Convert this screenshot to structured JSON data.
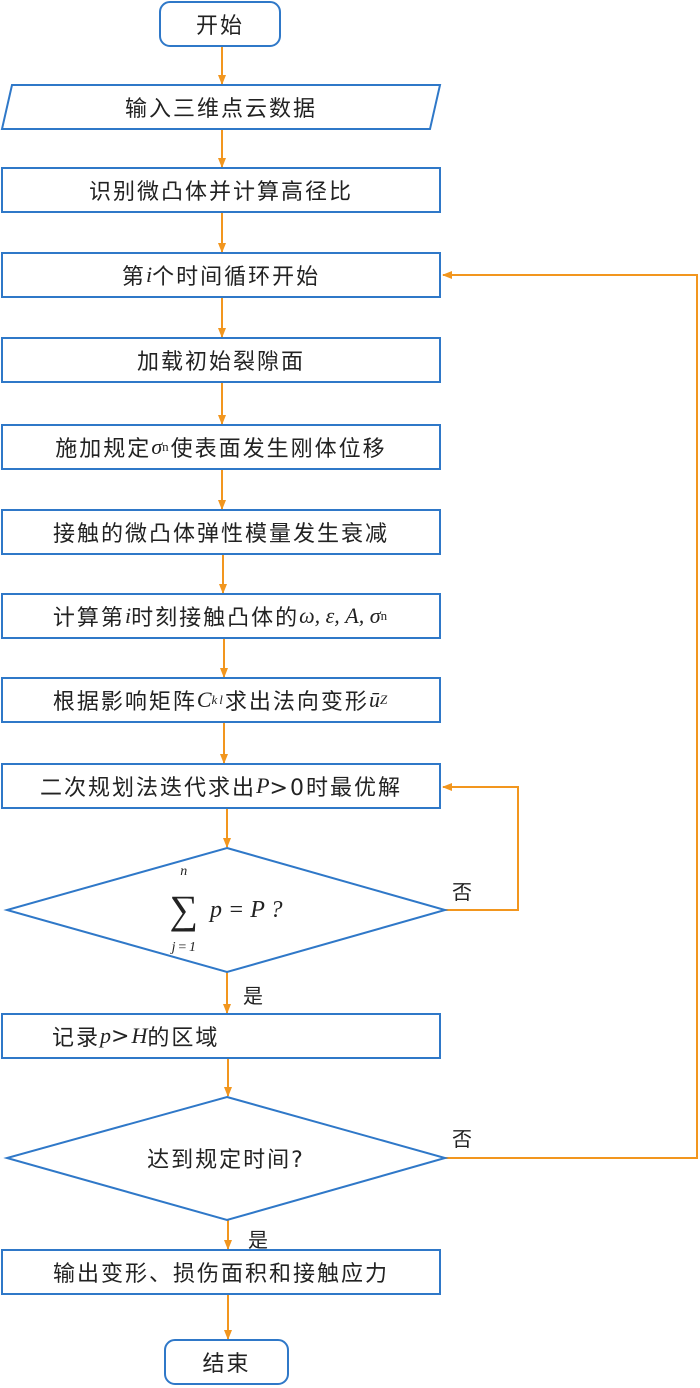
{
  "colors": {
    "box_border": "#2f78c8",
    "arrow": "#f2961e",
    "text": "#222222"
  },
  "start": "开始",
  "input": "输入三维点云数据",
  "identify": "识别微凸体并计算高径比",
  "loop_start": {
    "before": "第",
    "math": "i",
    "after": "个时间循环开始"
  },
  "load_surface": "加载初始裂隙面",
  "apply_stress": {
    "before": "施加规定",
    "math": "σ",
    "sub": "n",
    "after": "使表面发生刚体位移"
  },
  "decay": "接触的微凸体弹性模量发生衰减",
  "compute": {
    "before": "计算第",
    "math_i": "i",
    "middle": "时刻接触凸体的",
    "vars": "ω, ε, A, σ",
    "sub": "n"
  },
  "deform": {
    "before": "根据影响矩阵",
    "math": "C",
    "sub": "kl",
    "middle": "求出法向变形",
    "u": "ū",
    "u_sub": "Z"
  },
  "qp": {
    "before": "二次规划法迭代求出",
    "math": "P",
    "middle": ">0时最优解"
  },
  "decision1": {
    "sum_top": "n",
    "sum_bottom": "j=1",
    "expr": "p =  P ?",
    "no": "否",
    "yes": "是"
  },
  "record": {
    "before": "记录",
    "math1": "p",
    "gt": ">",
    "math2": "H",
    "after": "的区域"
  },
  "decision2": {
    "text": "达到规定时间?",
    "no": "否",
    "yes": "是"
  },
  "output": "输出变形、损伤面积和接触应力",
  "end": "结束"
}
